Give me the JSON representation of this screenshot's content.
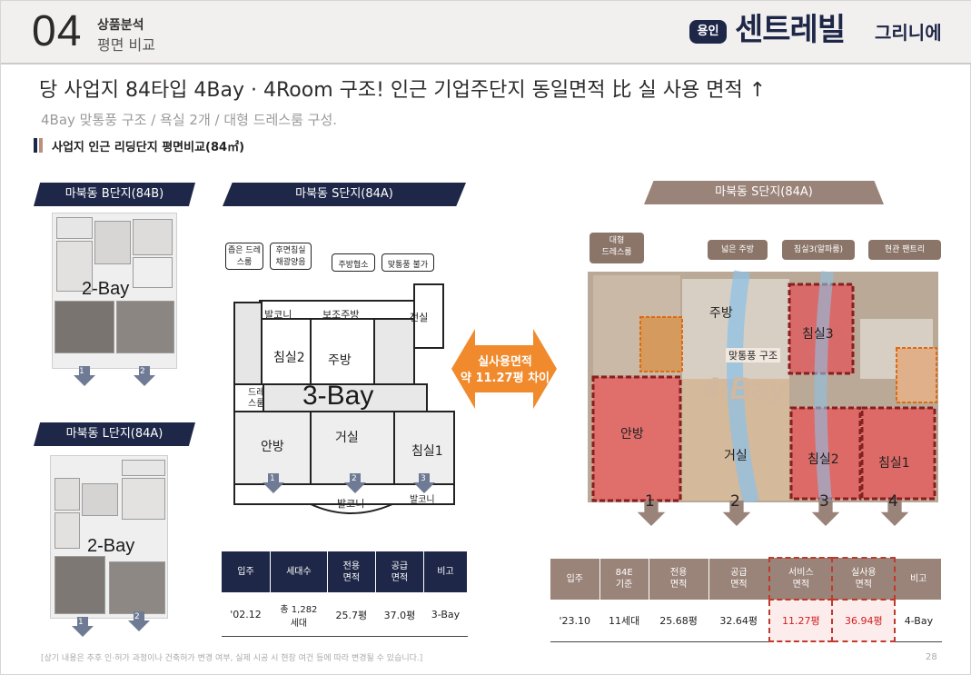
{
  "header": {
    "number": "04",
    "category": "상품분석",
    "subtitle": "평면 비교",
    "brand_badge": "용인",
    "brand_name": "센트레빌",
    "brand_sub": "그리니에"
  },
  "headline": "당 사업지 84타입 4Bay · 4Room 구조! 인근 기업주단지 동일면적 比 실 사용 면적 ↑",
  "subline": "4Bay 맞통풍 구조 / 욕실 2개 / 대형 드레스룸 구성.",
  "section_label": "사업지 인근 리딩단지 평면비교(84㎡)",
  "plans": {
    "b_complex": {
      "title": "마북동 B단지(84B)",
      "bay": "2-Bay",
      "arrows": [
        "1",
        "2"
      ]
    },
    "l_complex": {
      "title": "마북동 L단지(84A)",
      "bay": "2-Bay",
      "arrows": [
        "1",
        "2"
      ]
    },
    "s_complex": {
      "title": "마북동 S단지(84A)",
      "bay": "3-Bay",
      "callouts": [
        "좁은\n드레스룸",
        "후면침실\n채광양음",
        "주방협소",
        "맞통풍 불가"
      ],
      "rooms": {
        "balcony_top": "발코니",
        "utility": "보조주방",
        "storage": "전실",
        "bed2": "침실2",
        "kitchen": "주방",
        "dress": "드레\n스룸",
        "master": "안방",
        "living": "거실",
        "bed1": "침실1",
        "balcony_bottom": "발코니",
        "balcony_right": "발코니"
      },
      "arrows": [
        "1",
        "2",
        "3"
      ]
    },
    "site": {
      "title": "마북동 S단지(84A)",
      "bay": "4-Bay",
      "tags": [
        "대형\n드레스룸",
        "넓은 주방",
        "침실3(알파룸)",
        "현관 팬트리"
      ],
      "rooms": {
        "kitchen": "주방",
        "bed3": "침실3",
        "cross": "맞통풍 구조",
        "master": "안방",
        "living": "거실",
        "bed2": "침실2",
        "bed1": "침실1"
      },
      "arrows": [
        "1",
        "2",
        "3",
        "4"
      ]
    }
  },
  "difference": {
    "line1": "실사용면적",
    "line2": "약 11.27평 차이"
  },
  "table_left": {
    "headers": [
      "입주",
      "세대수",
      "전용\n면적",
      "공급\n면적",
      "비고"
    ],
    "row": [
      "'02.12",
      "총 1,282\n세대",
      "25.7평",
      "37.0평",
      "3-Bay"
    ]
  },
  "table_right": {
    "headers": [
      "입주",
      "84E\n기준",
      "전용\n면적",
      "공급\n면적",
      "서비스\n면적",
      "실사용\n면적",
      "비고"
    ],
    "row": [
      "'23.10",
      "11세대",
      "25.68평",
      "32.64평",
      "11.27평",
      "36.94평",
      "4-Bay"
    ]
  },
  "footnote": "[상기 내용은 추후 인·허가 과정이나 건축허가 변경 여부, 실제 시공 시 현장 여건 등에 따라 변경될 수 있습니다.]",
  "page_number": "28",
  "colors": {
    "navy": "#1e2748",
    "brown": "#9a8378",
    "orange": "#f08a2c",
    "red_room": "#d9605e"
  }
}
